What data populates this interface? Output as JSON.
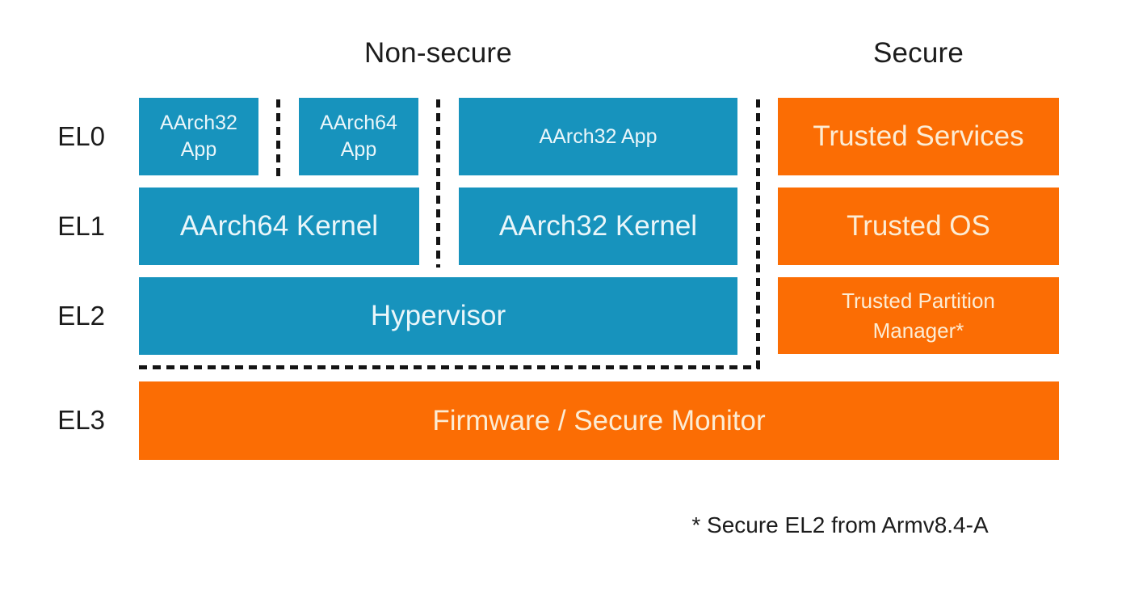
{
  "title_row": {
    "non_secure_label": "Non-secure",
    "secure_label": "Secure"
  },
  "exception_levels": [
    "EL0",
    "EL1",
    "EL2",
    "EL3"
  ],
  "non_secure_world": {
    "el0_boxes": [
      {
        "label": "AArch32 App"
      },
      {
        "label": "AArch64 App"
      },
      {
        "label": "AArch32 App"
      }
    ],
    "el1_boxes": [
      {
        "label": "AArch64 Kernel"
      },
      {
        "label": "AArch32 Kernel"
      }
    ],
    "el2_box": {
      "label": "Hypervisor"
    }
  },
  "secure_world": {
    "el0_box": {
      "label": "Trusted Services"
    },
    "el1_box": {
      "label": "Trusted OS"
    },
    "el2_box": {
      "label": "Trusted Partition Manager*"
    }
  },
  "el3_box": {
    "label": "Firmware / Secure Monitor"
  },
  "footnote": "* Secure EL2 from Armv8.4-A",
  "colors": {
    "non_secure_fill": "#1793bd",
    "secure_fill": "#fb6d04",
    "non_secure_text": "#eaf6fa",
    "secure_text": "#fcecd4",
    "label_text": "#1c1c1c",
    "divider": "#141414",
    "background": "#ffffff"
  }
}
